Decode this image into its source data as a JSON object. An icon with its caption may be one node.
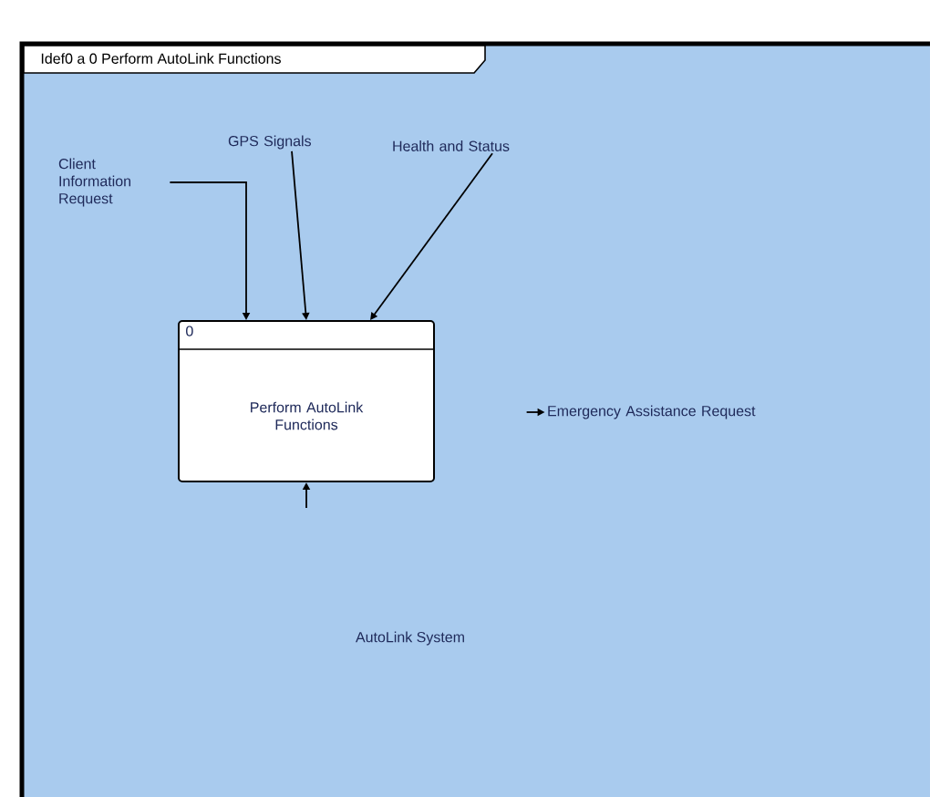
{
  "diagram": {
    "title": "Idef0 a 0 Perform AutoLink Functions",
    "nodes": [
      {
        "text": [
          "Client Information Request"
        ]
      },
      {
        "text": [
          "GPS Signals"
        ]
      },
      {
        "text": [
          "Health and Status"
        ]
      },
      {
        "text": [
          "0",
          "Perform AutoLink Functions"
        ]
      },
      {
        "text": [
          "Emergency Assistance Request"
        ]
      }
    ],
    "edges": [
      {
        "from": 0,
        "to": 3,
        "arrow": "to"
      },
      {
        "from": 1,
        "to": 3,
        "arrow": "to"
      },
      {
        "from": 2,
        "to": 3,
        "arrow": "to"
      },
      {
        "from": null,
        "to": 4,
        "arrow": "to"
      },
      {
        "from": null,
        "to": 3,
        "arrow": "to"
      }
    ],
    "labels": [
      "AutoLink System"
    ]
  }
}
